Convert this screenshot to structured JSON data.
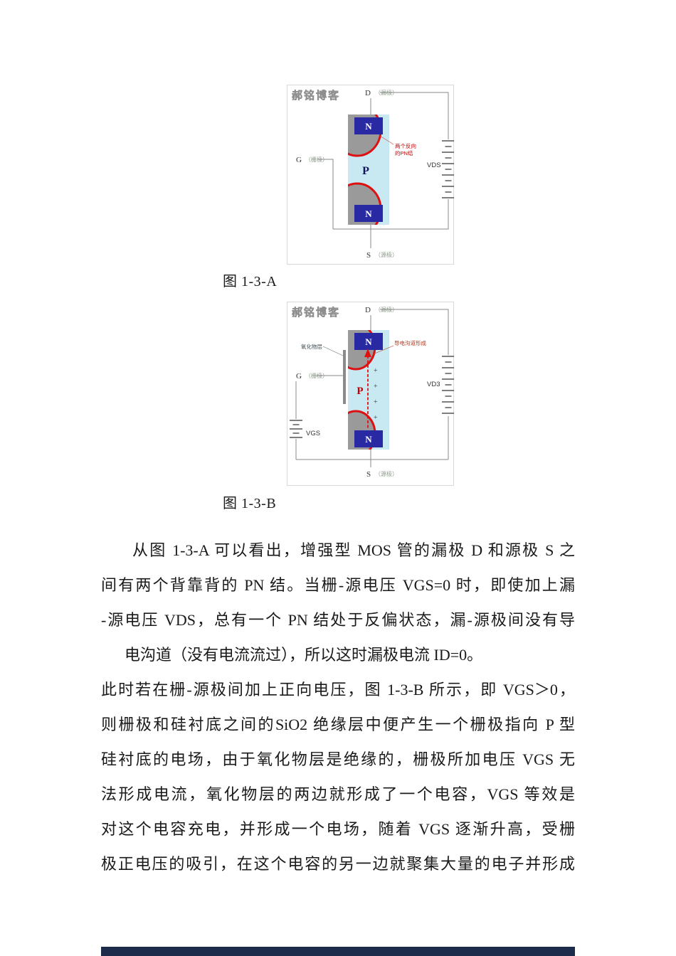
{
  "figures": {
    "a": {
      "watermark": "郝铭博客",
      "caption": "图 1-3-A",
      "drain": "D",
      "drain_sub": "（漏极）",
      "gate": "G",
      "gate_sub": "（栅极）",
      "source": "S",
      "source_sub": "（源极）",
      "vds": "VDS",
      "n_top": "N",
      "n_bottom": "N",
      "p": "P",
      "pn_note_line1": "两个反向",
      "pn_note_line2": "的PN结"
    },
    "b": {
      "watermark": "郝铭博客",
      "caption": "图 1-3-B",
      "drain": "D",
      "drain_sub": "（漏极）",
      "gate": "G",
      "gate_sub": "（栅极）",
      "source": "S",
      "source_sub": "（源极）",
      "vds": "VD3",
      "vgs": "VGS",
      "n_top": "N",
      "n_bottom": "N",
      "p": "P",
      "oxide_note": "氧化物层",
      "channel_note": "导电沟道形成",
      "plus": "+"
    }
  },
  "body": {
    "lines": [
      "从图 1-3-A 可以看出，增强型 MOS 管的漏极 D 和源极 S 之",
      "间有两个背靠背的 PN 结。当栅-源电压 VGS=0 时，即使加上漏",
      "-源电压 VDS，总有一个 PN 结处于反偏状态，漏-源极间没有导",
      "电沟道（没有电流流过），所以这时漏极电流 ID=0。",
      "此时若在栅-源极间加上正向电压，图 1-3-B 所示，即 VGS＞0，",
      "则栅极和硅衬底之间的SiO2 绝缘层中便产生一个栅极指向 P 型",
      "硅衬底的电场，由于氧化物层是绝缘的，栅极所加电压 VGS 无",
      "法形成电流，氧化物层的两边就形成了一个电容，VGS 等效是",
      "对这个电容充电，并形成一个电场，随着 VGS 逐渐升高，受栅",
      "极正电压的吸引，在这个电容的另一边就聚集大量的电子并形成"
    ]
  },
  "colors": {
    "n_region": "#2929a3",
    "substrate": "#c9e9f2",
    "junction_arc": "#dd1111",
    "depletion": "#9a9a9a",
    "channel": "#e01010",
    "body_text": "#1a1a1a",
    "bottom_bar": "#1c2c4a"
  }
}
